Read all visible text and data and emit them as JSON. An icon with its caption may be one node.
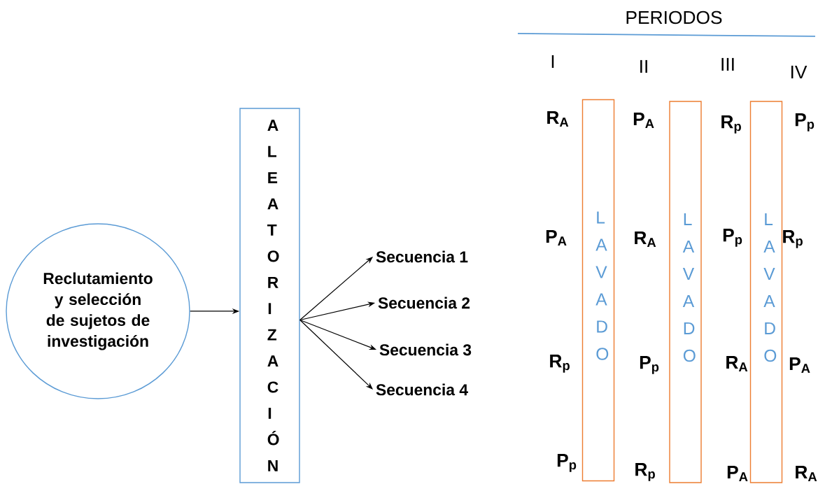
{
  "diagram": {
    "nodes": [
      {
        "text": [
          "Reclutamiento y selección de sujetos de investigación"
        ]
      },
      {
        "text": [
          "A L E A T O R I Z A C I Ó N"
        ]
      },
      {
        "text": [
          "Secuencia 1"
        ]
      },
      {
        "text": [
          "Secuencia 2"
        ]
      },
      {
        "text": [
          "Secuencia 3"
        ]
      },
      {
        "text": [
          "Secuencia 4"
        ]
      },
      {
        "text": [
          "L A V A D O"
        ]
      },
      {
        "text": [
          "L A V A D O"
        ]
      },
      {
        "text": [
          "L A V A D O"
        ]
      }
    ],
    "edges": [
      {
        "from": 0,
        "to": 1,
        "arrow": "to"
      },
      {
        "from": 1,
        "to": 2,
        "arrow": "to"
      },
      {
        "from": 1,
        "to": 3,
        "arrow": "to"
      },
      {
        "from": 1,
        "to": 4,
        "arrow": "to"
      },
      {
        "from": 1,
        "to": 5,
        "arrow": "to"
      }
    ],
    "labels": [
      "PERIODOS",
      "I",
      "II",
      "III",
      "IV",
      "R$_{A}$",
      "P$_{A}$",
      "R$_{p}$",
      "P$_{p}$",
      "P$_{A}$",
      "R$_{A}$",
      "P$_{p}$",
      "R$_{p}$",
      "R$_{p}$",
      "P$_{p}$",
      "R$_{A}$",
      "P$_{A}$",
      "P$_{p}$",
      "R$_{p}$",
      "P$_{A}$",
      "R$_{A}$"
    ]
  }
}
